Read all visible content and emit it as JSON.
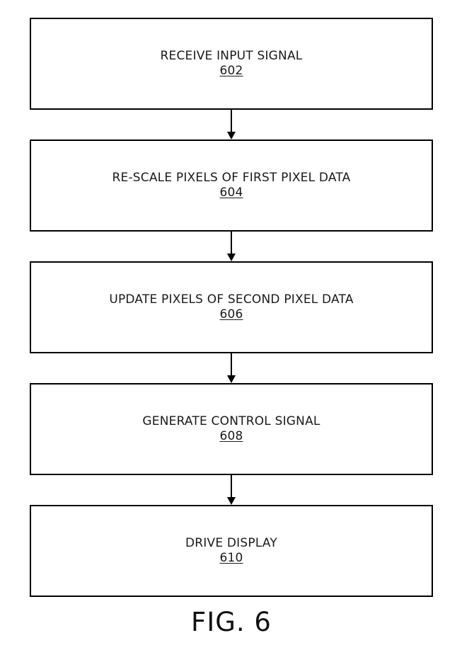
{
  "figure": {
    "caption": "FIG. 6",
    "line_color": "#000000",
    "text_color": "#1a1a1a",
    "steps": [
      {
        "label": "RECEIVE INPUT SIGNAL",
        "ref": "602"
      },
      {
        "label": "RE-SCALE PIXELS OF FIRST PIXEL DATA",
        "ref": "604"
      },
      {
        "label": "UPDATE PIXELS OF SECOND PIXEL DATA",
        "ref": "606"
      },
      {
        "label": "GENERATE CONTROL SIGNAL",
        "ref": "608"
      },
      {
        "label": "DRIVE DISPLAY",
        "ref": "610"
      }
    ]
  }
}
